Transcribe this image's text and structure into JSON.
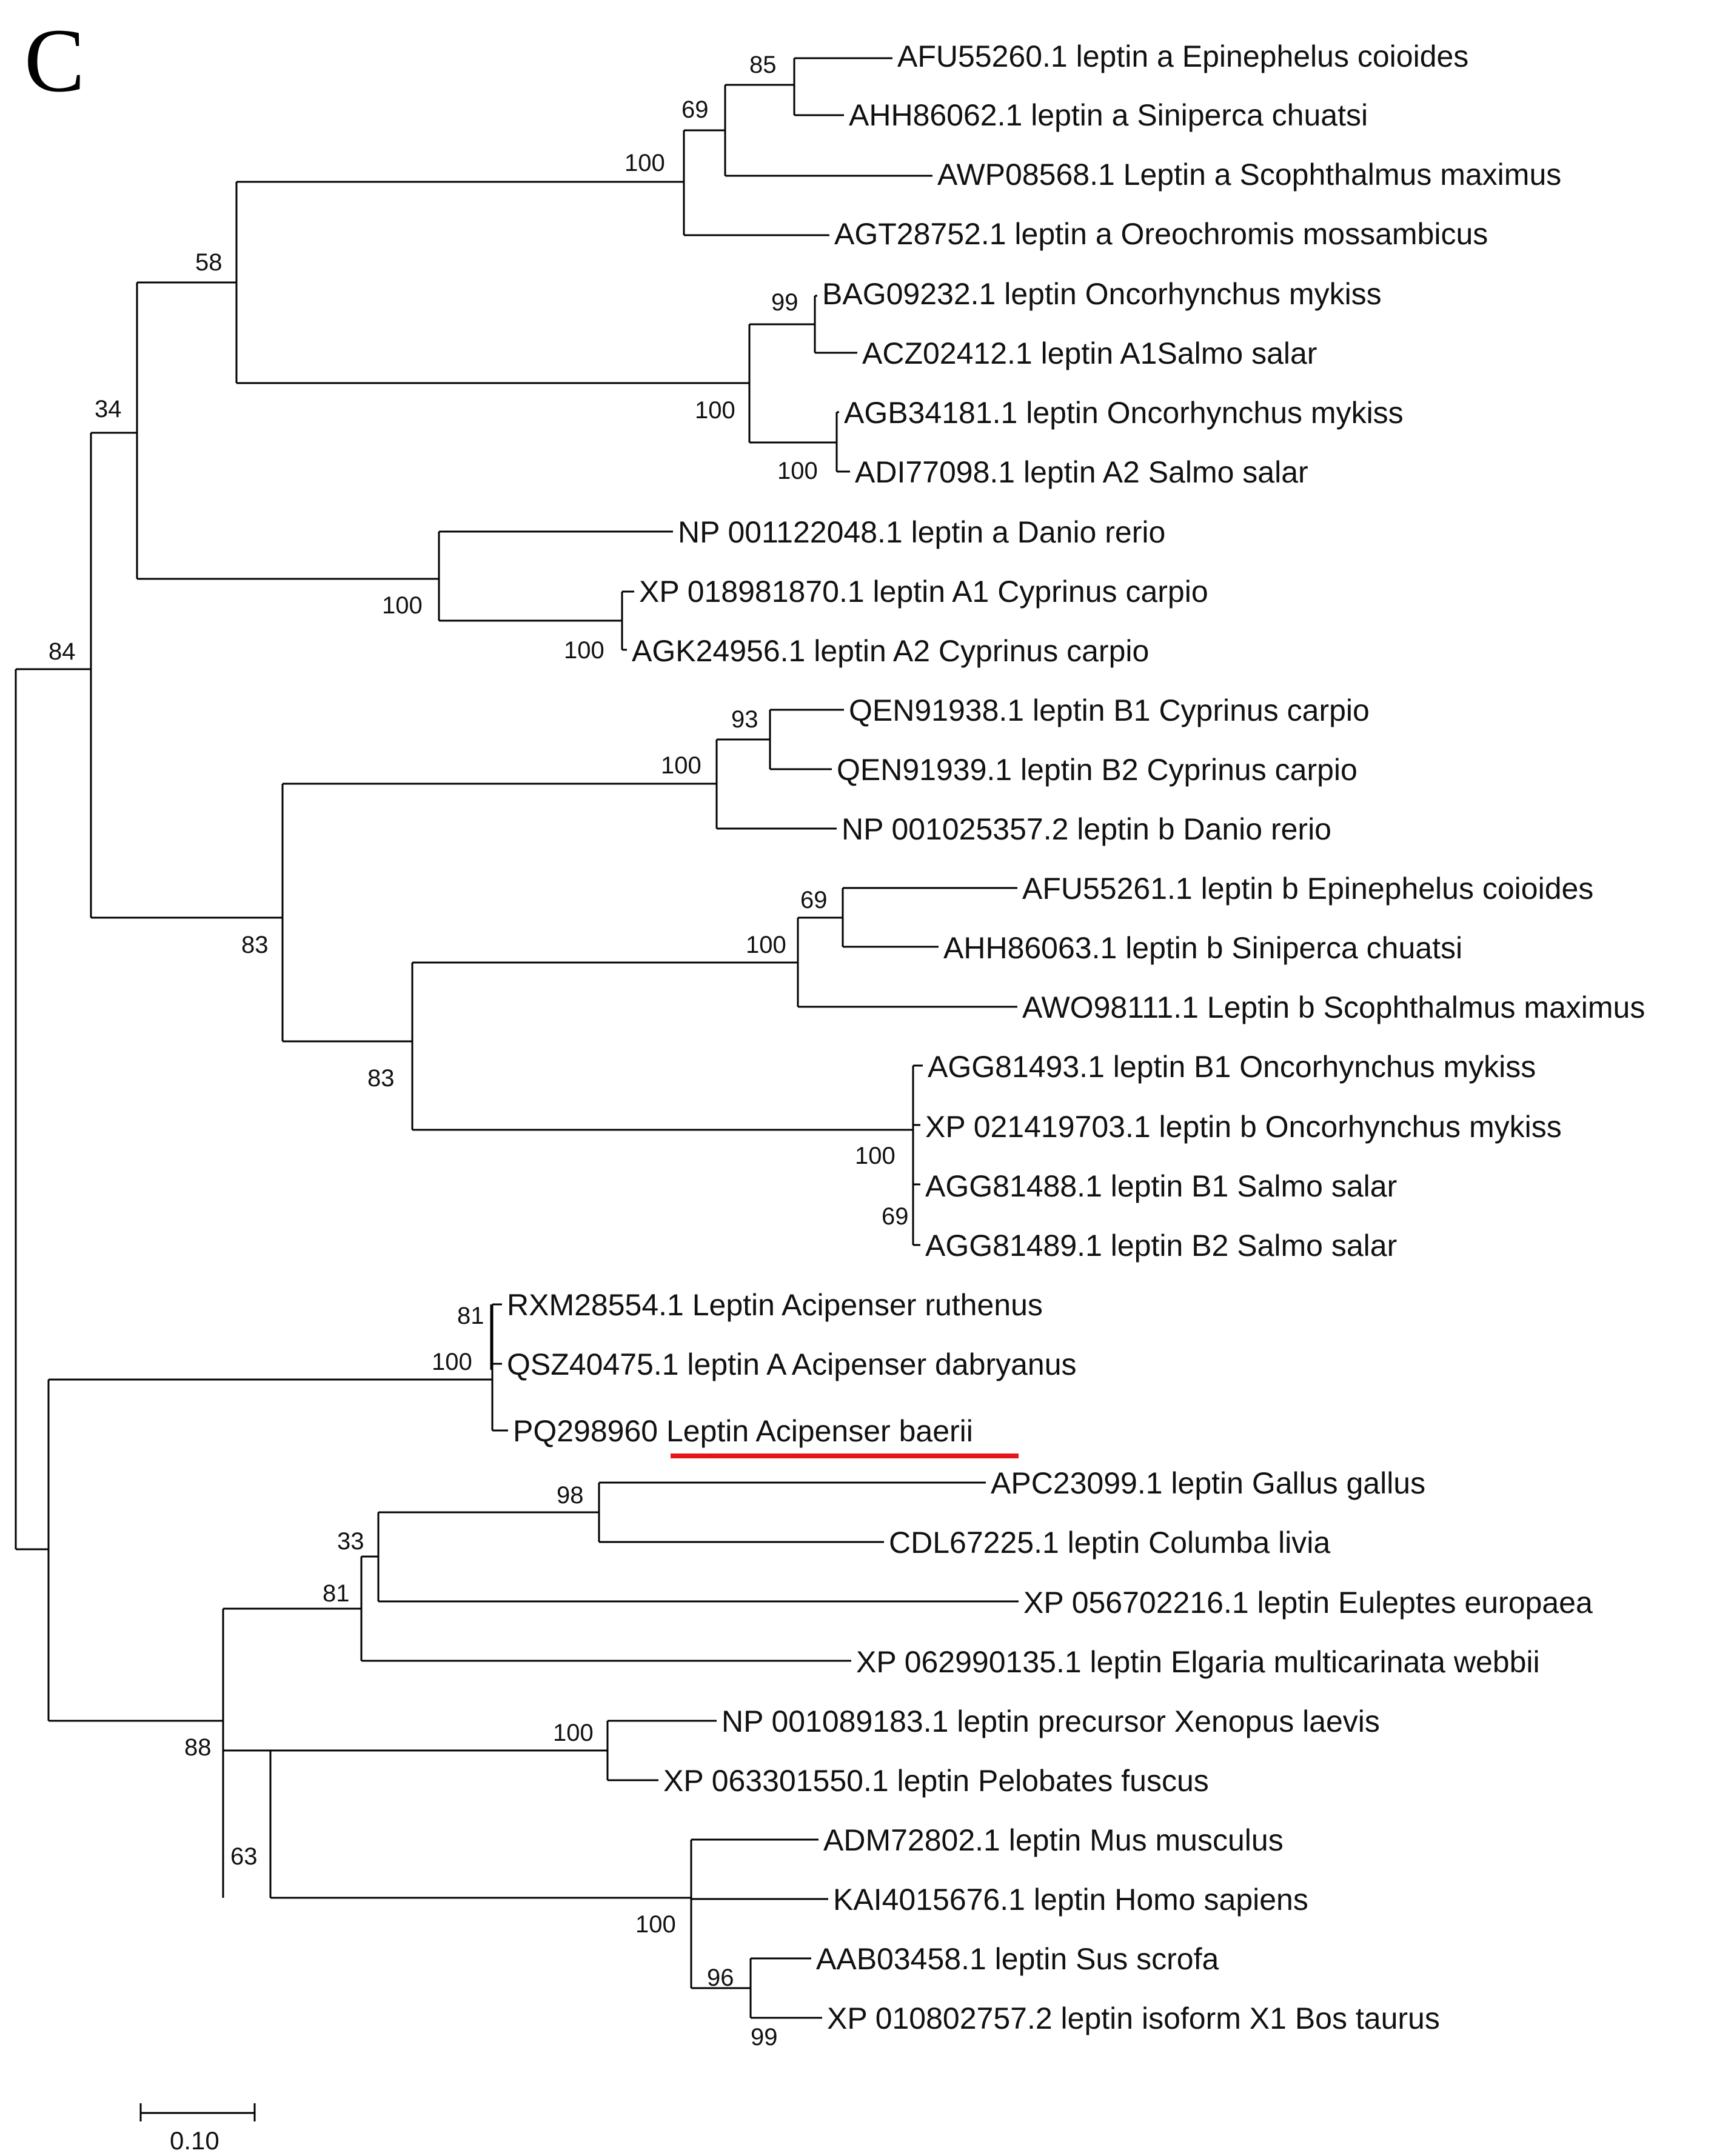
{
  "panel_label": "C",
  "tree": {
    "leaves": [
      "AFU55260.1 leptin a Epinephelus coioides",
      "AHH86062.1 leptin a Siniperca chuatsi",
      "AWP08568.1 Leptin a Scophthalmus maximus",
      "AGT28752.1 leptin a Oreochromis mossambicus",
      "BAG09232.1 leptin Oncorhynchus mykiss",
      "ACZ02412.1 leptin A1Salmo salar",
      "AGB34181.1 leptin Oncorhynchus mykiss",
      "ADI77098.1 leptin A2 Salmo salar",
      "NP 001122048.1 leptin a Danio rerio",
      "XP 018981870.1 leptin A1 Cyprinus carpio",
      "AGK24956.1 leptin A2 Cyprinus carpio",
      "QEN91938.1 leptin B1 Cyprinus carpio",
      "QEN91939.1 leptin B2 Cyprinus carpio",
      "NP 001025357.2 leptin b Danio rerio",
      "AFU55261.1 leptin b Epinephelus coioides",
      "AHH86063.1 leptin b Siniperca chuatsi",
      "AWO98111.1 Leptin b Scophthalmus maximus",
      "AGG81493.1 leptin B1 Oncorhynchus mykiss",
      "XP 021419703.1 leptin b Oncorhynchus mykiss",
      "AGG81488.1 leptin B1 Salmo salar",
      "AGG81489.1 leptin B2 Salmo salar",
      "RXM28554.1 Leptin Acipenser ruthenus",
      "QSZ40475.1 leptin A Acipenser dabryanus",
      "PQ298960 Leptin Acipenser baerii",
      "APC23099.1 leptin Gallus gallus",
      "CDL67225.1 leptin Columba livia",
      "XP 056702216.1 leptin Euleptes europaea",
      "XP 062990135.1 leptin Elgaria multicarinata webbii",
      "NP 001089183.1 leptin precursor Xenopus laevis",
      "XP 063301550.1 leptin Pelobates fuscus",
      "ADM72802.1 leptin Mus musculus",
      "KAI4015676.1 leptin Homo sapiens",
      "AAB03458.1 leptin Sus scrofa",
      "XP 010802757.2 leptin isoform X1 Bos taurus"
    ],
    "bootstrap": {
      "n85": "85",
      "n69a": "69",
      "n100a": "100",
      "n58": "58",
      "n99a": "99",
      "n100b": "100",
      "n100c": "100",
      "n34": "34",
      "n100d": "100",
      "n100e": "100",
      "n84": "84",
      "n93": "93",
      "n100f": "100",
      "n83a": "83",
      "n69b": "69",
      "n100g": "100",
      "n83b": "83",
      "n100h": "100",
      "n69c": "69",
      "n81a": "81",
      "n100i": "100",
      "n98": "98",
      "n33": "33",
      "n81b": "81",
      "n88": "88",
      "n100j": "100",
      "n63": "63",
      "n100k": "100",
      "n96": "96",
      "n99b": "99"
    },
    "highlighted_leaf": "PQ298960 Leptin Acipenser baerii",
    "highlight_color": "#e8141b"
  },
  "scale_bar": {
    "value": 0.1,
    "label": "0.10"
  }
}
